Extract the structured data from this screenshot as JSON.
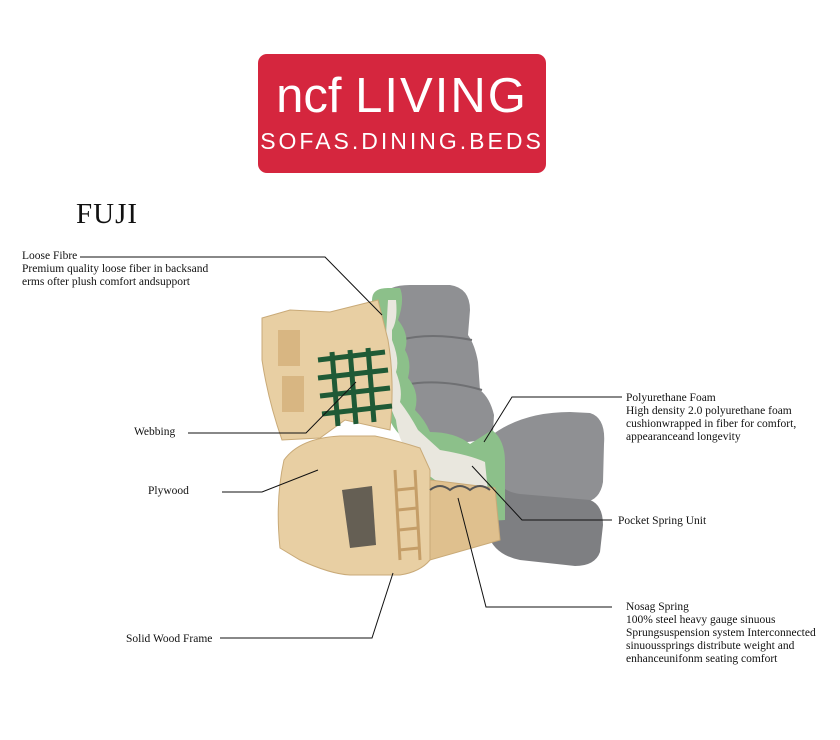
{
  "logo": {
    "brand": "ncf",
    "name": "LIVING",
    "tagline": "SOFAS.DINING.BEDS",
    "color": "#d5263e"
  },
  "title": "FUJI",
  "callouts": {
    "loose_fibre": {
      "title": "Loose Fibre",
      "lines": [
        "Premium quality loose fiber in backsand",
        "erms ofter plush comfort andsupport"
      ]
    },
    "webbing": {
      "title": "Webbing"
    },
    "plywood": {
      "title": "Plywood"
    },
    "solid_wood_frame": {
      "title": "Solid Wood Frame"
    },
    "polyurethane_foam": {
      "title": "Polyurethane Foam",
      "lines": [
        "High density 2.0 polyurethane foam",
        "cushionwrapped in fiber for comfort,",
        "appearanceand longevity"
      ]
    },
    "pocket_spring_unit": {
      "title": "Pocket Spring Unit"
    },
    "nosag_spring": {
      "title": "Nosag Spring",
      "lines": [
        "100% steel heavy gauge sinuous",
        "Sprungsuspension system Interconnected",
        "sinuoussprings distribute weight and",
        "enhanceunifonm seating comfort"
      ]
    }
  },
  "colors": {
    "fabric": "#8f9093",
    "fabric_dark": "#6f7073",
    "foam": "#8cc08a",
    "wood": "#e8cfa3",
    "webbing": "#1f5a36"
  }
}
